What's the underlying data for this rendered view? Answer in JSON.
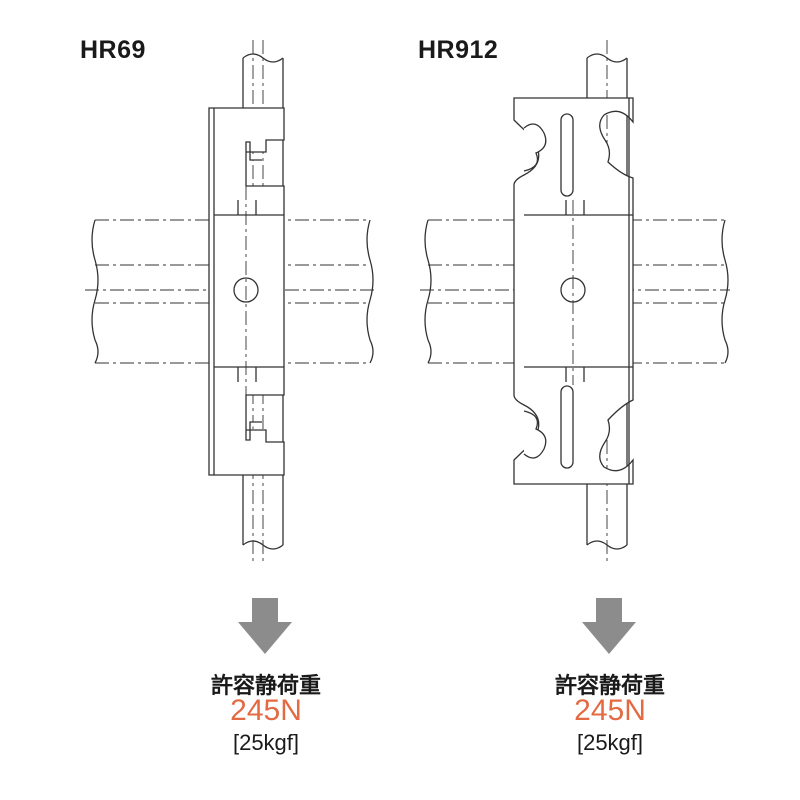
{
  "left": {
    "model": "HR69",
    "load_label": "許容静荷重",
    "load_value": "245N",
    "load_kgf": "[25kgf]"
  },
  "right": {
    "model": "HR912",
    "load_label": "許容静荷重",
    "load_value": "245N",
    "load_kgf": "[25kgf]"
  },
  "colors": {
    "line": "#333333",
    "arrow": "#8c8c8c",
    "accent": "#e36a43"
  }
}
